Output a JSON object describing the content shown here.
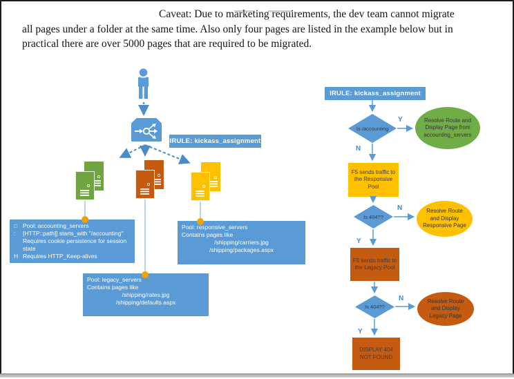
{
  "caveat": {
    "text": "Caveat: Due to marketing requirements, the dev team cannot migrate all pages under a folder at the same time. Also only four pages are listed in the example below but in practical there are over 5000 pages that are required to be migrated."
  },
  "left_diagram": {
    "irule_label": "IRULE: kickass_assignment",
    "pool_accounting": {
      "lines": [
        {
          "bullet": "□",
          "text": "Pool: accounting_servers"
        },
        {
          "bullet": ":",
          "text": "[HTTP::path]] starts_with \"/accounting\""
        },
        {
          "bullet": "",
          "text": "Requires cookie persistence for session"
        },
        {
          "bullet": "",
          "text": "state"
        },
        {
          "bullet": "H",
          "text": "Requires HTTP_Keep-alives"
        }
      ]
    },
    "pool_legacy": {
      "line1": "Pool: legacy_servers",
      "line2": "Contains pages like",
      "line3": "/shipping/rates.jpg",
      "line4": "/shipping/defaults.aspx"
    },
    "pool_responsive": {
      "line1": "Pool: responsive_servers",
      "line2": "Contains pages like",
      "line3": "/shipping/carriers.jpg",
      "line4": "/shipping/packages.aspx"
    }
  },
  "flowchart": {
    "title": "IRULE: kickass_assignment",
    "decision1": {
      "label": "Is /accounting",
      "yes": "Y",
      "no": "N"
    },
    "outcome1": "Resolve Route and Display Page from accounting_servers",
    "process1": "F5 sends traffic to the Responsive Pool",
    "decision2": {
      "label": "Is 404??",
      "yes": "Y",
      "no": "N"
    },
    "outcome2": "Resolve Route and Display Responsive Page",
    "process2": "F5 sends traffic to the Legacy Pool",
    "decision3": {
      "label": "Is 404??",
      "yes": "Y",
      "no": "N"
    },
    "outcome3": "Resolve Route and Display Legacy Page",
    "terminal": "DISPLAY 404 NOT FOUND"
  },
  "colors": {
    "blue": "#5B9BD5",
    "green": "#70AD47",
    "yellow": "#FFC000",
    "orange": "#C55A11",
    "connector_dot": "#F2A104"
  }
}
